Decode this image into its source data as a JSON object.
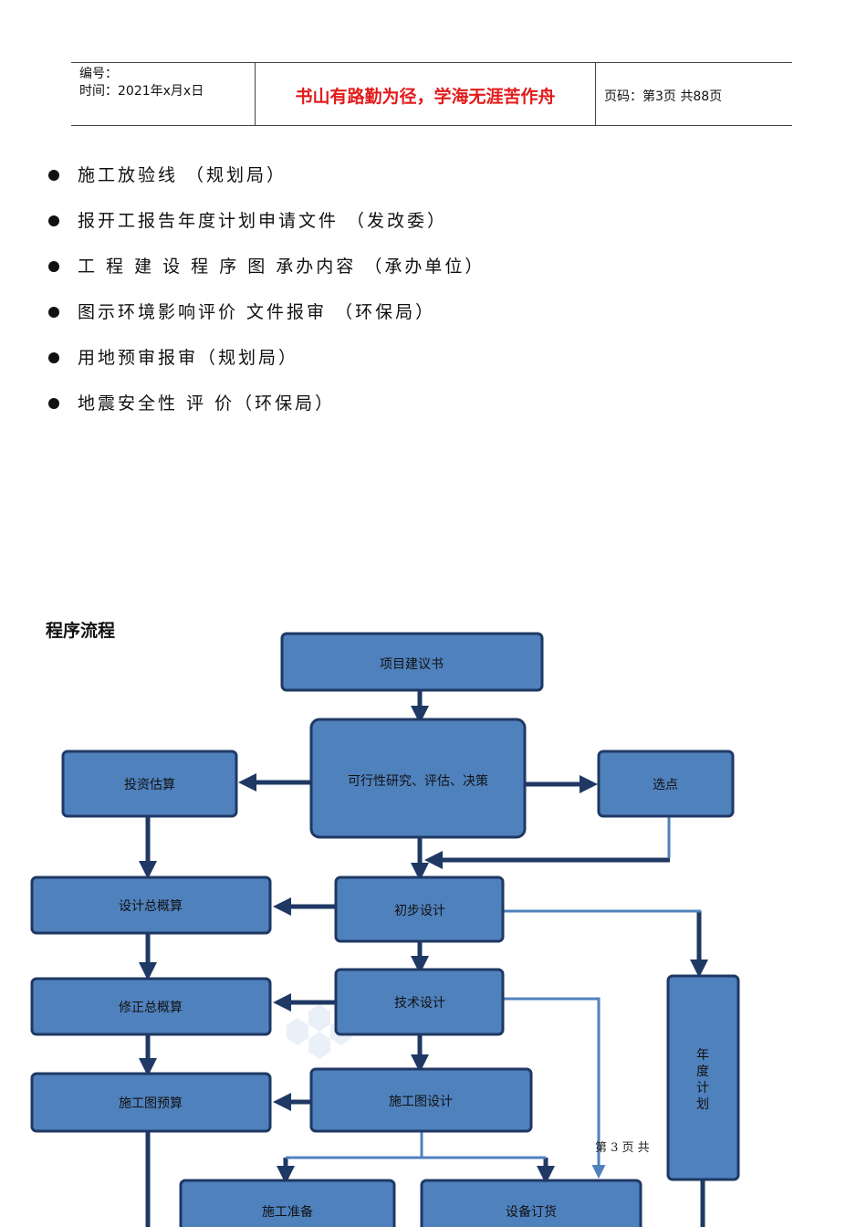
{
  "header": {
    "number_label": "编号：",
    "time_label": "时间：2021年x月x日",
    "motto": "书山有路勤为径，学海无涯苦作舟",
    "page_info": "页码：第3页 共88页"
  },
  "bullets": [
    "施工放验线 （规划局）",
    "报开工报告年度计划申请文件 （发改委）",
    "工 程 建 设 程 序 图 承办内容 （承办单位）",
    "图示环境影响评价 文件报审 （环保局）",
    "用地预审报审（规划局）",
    "地震安全性 评 价（环保局）"
  ],
  "section_title": "程序流程",
  "flow": {
    "proposal": "项目建议书",
    "feasibility": "可行性研究、评估、决策",
    "estimate": "投资估算",
    "site": "选点",
    "budget_total": "设计总概算",
    "preliminary": "初步设计",
    "revised_total": "修正总概算",
    "technical": "技术设计",
    "annual_plan": [
      "年",
      "度",
      "计",
      "划"
    ],
    "drawing_budget": "施工图预算",
    "drawing_design": "施工图设计",
    "construction_prep": "施工准备",
    "equipment_order": "设备订货"
  },
  "footer": {
    "page_text": "第 3 页 共"
  },
  "colors": {
    "box_fill": "#4f81bd",
    "box_border": "#1f3864",
    "motto": "#e21a1a"
  }
}
